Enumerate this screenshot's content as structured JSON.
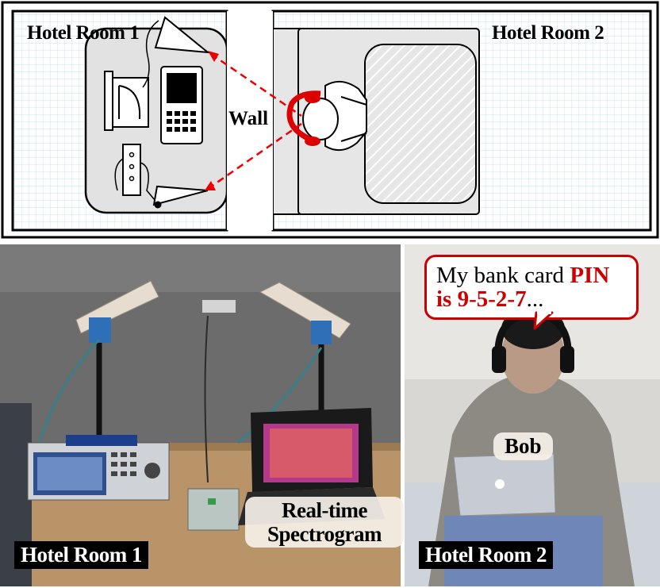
{
  "diagram": {
    "room1_title": "Hotel Room 1",
    "room2_title": "Hotel Room 2",
    "wall_label": "Wall"
  },
  "photo_left": {
    "room_label": "Hotel Room 1",
    "spectrogram_label_line1": "Real-time",
    "spectrogram_label_line2": "Spectrogram"
  },
  "photo_right": {
    "room_label": "Hotel Room 2",
    "person_name": "Bob",
    "speech_part1": "My bank card",
    "speech_highlight": "PIN",
    "speech_line2_highlight": "is 9-5-2-7",
    "speech_ellipsis": "..."
  },
  "colors": {
    "accent_red": "#cc0000",
    "grid_blue": "#c8e4f4",
    "label_black": "#000000"
  }
}
